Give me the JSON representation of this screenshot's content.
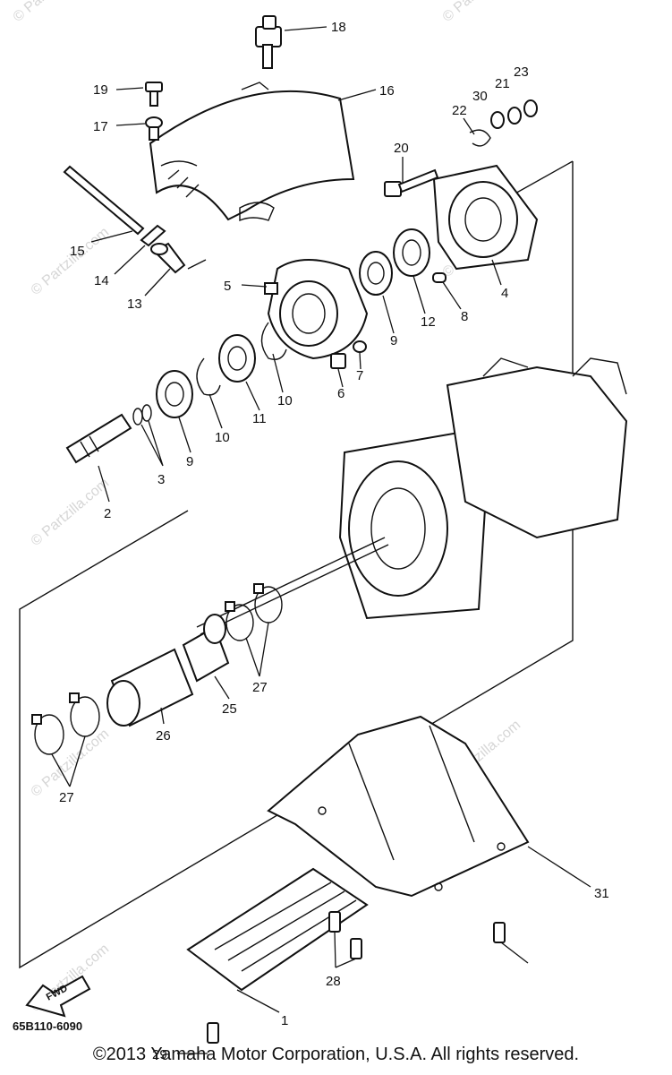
{
  "diagram": {
    "callouts": [
      "18",
      "19",
      "17",
      "16",
      "20",
      "22",
      "30",
      "21",
      "23",
      "15",
      "14",
      "13",
      "5",
      "4",
      "8",
      "9",
      "12",
      "9",
      "7",
      "6",
      "10",
      "11",
      "10",
      "9",
      "3",
      "2",
      "27",
      "25",
      "26",
      "27",
      "31",
      "28",
      "29",
      "1"
    ],
    "watermark_text": "© Partzilla.com",
    "fwd_label": "FWD",
    "drawing_code": "65B110-6090",
    "copyright": "©2013 Yamaha Motor Corporation, U.S.A. All rights reserved."
  }
}
